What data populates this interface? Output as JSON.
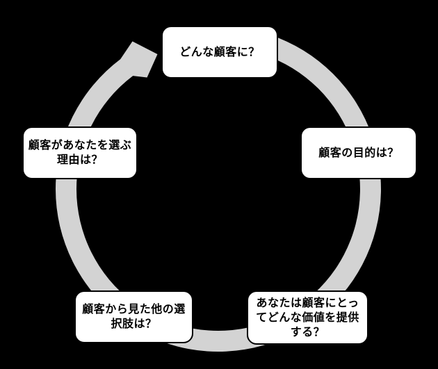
{
  "diagram": {
    "title_semantic": "customer-value-cycle",
    "background": "#000000",
    "arrow_color": "#d3d3d3",
    "box_fill": "#ffffff",
    "box_border": "#000000",
    "text_color": "#000000",
    "boxes": [
      {
        "id": "top",
        "lines": [
          "どんな顧客に？"
        ]
      },
      {
        "id": "right",
        "lines": [
          "顧客の目的は？"
        ]
      },
      {
        "id": "bottom-right",
        "lines": [
          "あなたは顧客にとっ",
          "てどんな価値を提供",
          "する？"
        ]
      },
      {
        "id": "bottom-left",
        "lines": [
          "顧客から見た他の選",
          "択肢は？"
        ]
      },
      {
        "id": "left",
        "lines": [
          "顧客があなたを選ぶ",
          "理由は？"
        ]
      }
    ]
  }
}
